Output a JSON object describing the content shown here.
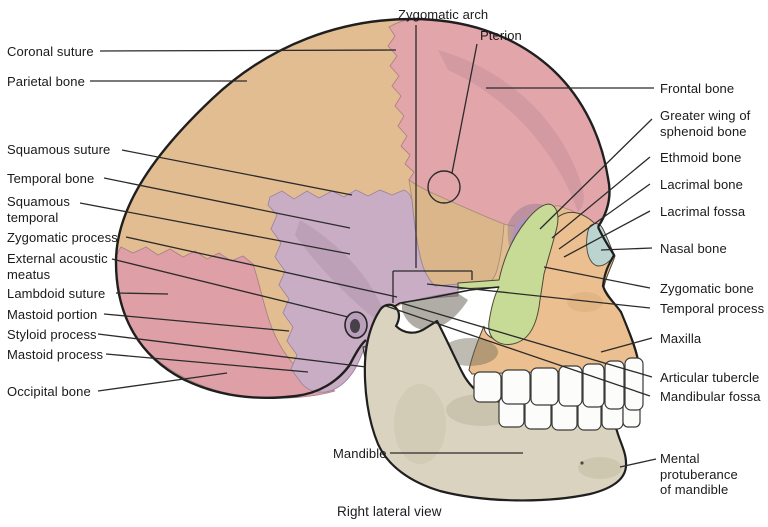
{
  "figure": {
    "caption": "Right lateral view"
  },
  "labels": {
    "coronal_suture": "Coronal suture",
    "parietal_bone": "Parietal bone",
    "squamous_suture": "Squamous suture",
    "temporal_bone": "Temporal bone",
    "squamous_temporal": "Squamous\ntemporal",
    "zygomatic_process": "Zygomatic process",
    "external_acoustic_meatus": "External acoustic\nmeatus",
    "lambdoid_suture": "Lambdoid suture",
    "mastoid_portion": "Mastoid portion",
    "styloid_process": "Styloid process",
    "mastoid_process": "Mastoid process",
    "occipital_bone": "Occipital bone",
    "zygomatic_arch": "Zygomatic arch",
    "pterion": "Pterion",
    "frontal_bone": "Frontal bone",
    "greater_wing_of_sphenoid": "Greater wing of\nsphenoid bone",
    "ethmoid_bone": "Ethmoid bone",
    "lacrimal_bone": "Lacrimal bone",
    "lacrimal_fossa": "Lacrimal fossa",
    "nasal_bone": "Nasal bone",
    "zygomatic_bone": "Zygomatic bone",
    "temporal_process": "Temporal process",
    "maxilla": "Maxilla",
    "articular_tubercle": "Articular tubercle",
    "mandibular_fossa": "Mandibular fossa",
    "mental_protuberance": "Mental\nprotuberance\nof mandible",
    "mandible": "Mandible"
  },
  "colors": {
    "background": "#FFFFFF",
    "parietal": "#E3BD92",
    "frontal": "#E2A5AA",
    "temporal": "#C9ADC5",
    "occipital": "#DEA0A6",
    "sphenoid": "#DBB68A",
    "sphenoid_orbit": "#B292BA",
    "zygomatic": "#C7DB96",
    "maxilla": "#EBBF90",
    "nasal": "#BCD4D0",
    "ethmoid": "#CCC892",
    "lacrimal": "#D8D4A4",
    "lacrimal_fossa": "#8F8A5E",
    "mandible": "#D9D3BF",
    "teeth": "#FCFCFA",
    "outline": "#1F1F1F",
    "leader": "#2B2B2B",
    "text": "#1A1A1A"
  }
}
